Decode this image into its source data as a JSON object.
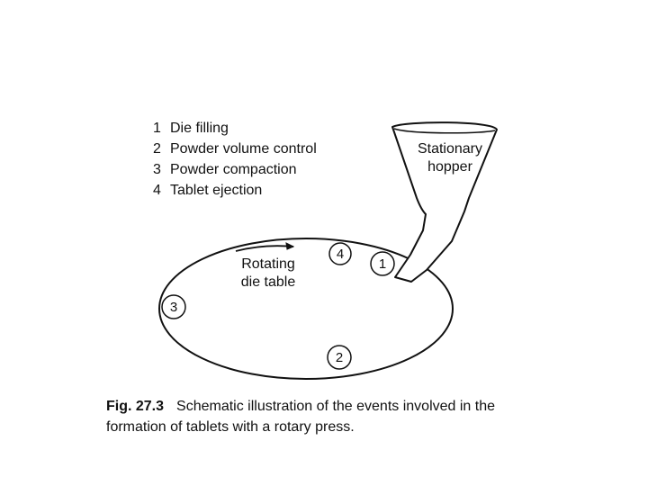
{
  "legend": {
    "items": [
      {
        "number": "1",
        "text": "Die filling"
      },
      {
        "number": "2",
        "text": "Powder volume control"
      },
      {
        "number": "3",
        "text": "Powder compaction"
      },
      {
        "number": "4",
        "text": "Tablet ejection"
      }
    ]
  },
  "hopper": {
    "line1": "Stationary",
    "line2": "hopper"
  },
  "die_table": {
    "line1": "Rotating",
    "line2": "die table"
  },
  "stations": {
    "s1": "1",
    "s2": "2",
    "s3": "3",
    "s4": "4"
  },
  "caption": {
    "label": "Fig. 27.3",
    "text": "Schematic illustration of the events involved in the formation of tablets with a rotary press."
  }
}
